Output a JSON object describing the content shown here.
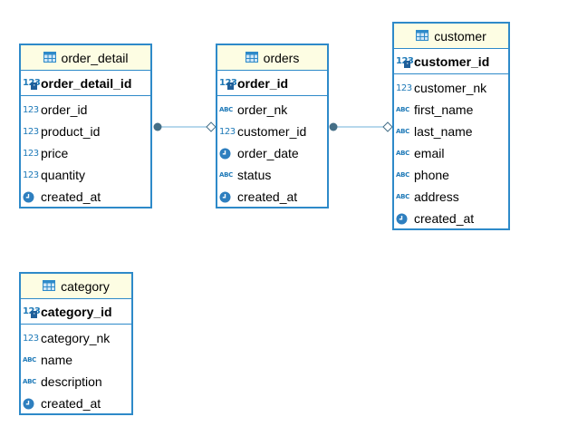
{
  "entities": {
    "order_detail": {
      "title": "order_detail",
      "pk": {
        "label": "order_detail_id",
        "icon": "key-number-icon"
      },
      "columns": [
        {
          "label": "order_id",
          "icon": "number-type-icon"
        },
        {
          "label": "product_id",
          "icon": "number-type-icon"
        },
        {
          "label": "price",
          "icon": "number-type-icon"
        },
        {
          "label": "quantity",
          "icon": "number-type-icon"
        },
        {
          "label": "created_at",
          "icon": "clock-icon"
        }
      ]
    },
    "orders": {
      "title": "orders",
      "pk": {
        "label": "order_id",
        "icon": "key-number-icon"
      },
      "columns": [
        {
          "label": "order_nk",
          "icon": "text-type-icon"
        },
        {
          "label": "customer_id",
          "icon": "number-type-icon"
        },
        {
          "label": "order_date",
          "icon": "clock-icon"
        },
        {
          "label": "status",
          "icon": "text-type-icon"
        },
        {
          "label": "created_at",
          "icon": "clock-icon"
        }
      ]
    },
    "customer": {
      "title": "customer",
      "pk": {
        "label": "customer_id",
        "icon": "key-number-icon"
      },
      "columns": [
        {
          "label": "customer_nk",
          "icon": "number-type-icon"
        },
        {
          "label": "first_name",
          "icon": "text-type-icon"
        },
        {
          "label": "last_name",
          "icon": "text-type-icon"
        },
        {
          "label": "email",
          "icon": "text-type-icon"
        },
        {
          "label": "phone",
          "icon": "text-type-icon"
        },
        {
          "label": "address",
          "icon": "text-type-icon"
        },
        {
          "label": "created_at",
          "icon": "clock-icon"
        }
      ]
    },
    "category": {
      "title": "category",
      "pk": {
        "label": "category_id",
        "icon": "key-number-icon"
      },
      "columns": [
        {
          "label": "category_nk",
          "icon": "number-type-icon"
        },
        {
          "label": "name",
          "icon": "text-type-icon"
        },
        {
          "label": "description",
          "icon": "text-type-icon"
        },
        {
          "label": "created_at",
          "icon": "clock-icon"
        }
      ]
    }
  },
  "relationships": [
    {
      "from": "order_detail",
      "to": "orders"
    },
    {
      "from": "orders",
      "to": "customer"
    }
  ],
  "icon_glyphs": {
    "number": "123",
    "text": "ABC"
  },
  "colors": {
    "border": "#2e8ac9",
    "header_bg": "#fdfde3",
    "line": "#6fb0d8",
    "dot": "#456f87",
    "icon": "#1f7ab8"
  }
}
